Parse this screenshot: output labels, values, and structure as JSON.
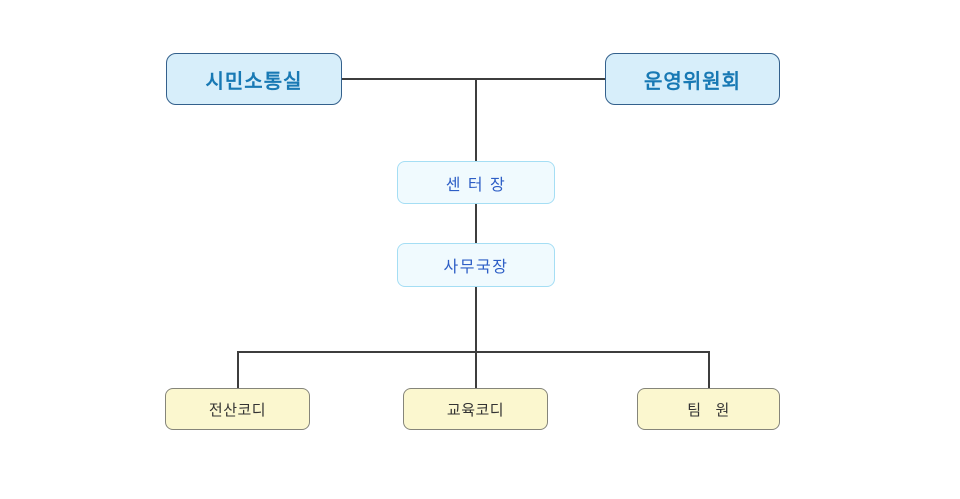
{
  "diagram": {
    "type": "org-chart",
    "nodes": {
      "citizen_comm_office": {
        "label": "시민소통실",
        "level": "top"
      },
      "steering_committee": {
        "label": "운영위원회",
        "level": "top"
      },
      "center_director": {
        "label": "센 터 장",
        "level": "middle"
      },
      "secretary_general": {
        "label": "사무국장",
        "level": "middle"
      },
      "it_coordinator": {
        "label": "전산코디",
        "level": "bottom"
      },
      "edu_coordinator": {
        "label": "교육코디",
        "level": "bottom"
      },
      "team_member": {
        "label": "팀   원",
        "level": "bottom"
      }
    },
    "edges": [
      {
        "from": "citizen_comm_office",
        "to": "steering_committee"
      },
      {
        "from": "citizen_comm_office-steering_committee",
        "to": "center_director"
      },
      {
        "from": "center_director",
        "to": "secretary_general"
      },
      {
        "from": "secretary_general",
        "to": "it_coordinator"
      },
      {
        "from": "secretary_general",
        "to": "edu_coordinator"
      },
      {
        "from": "secretary_general",
        "to": "team_member"
      }
    ],
    "colors": {
      "background": "#ffffff",
      "top_box_fill": "#d7eefa",
      "top_box_border": "#33608c",
      "top_box_text": "#1879b4",
      "mid_box_fill": "#f0fafe",
      "mid_box_border": "#a5def4",
      "mid_box_text": "#2d5ec6",
      "bottom_box_fill": "#fbf7cf",
      "bottom_box_border": "#85857a",
      "bottom_box_text": "#333333",
      "connector_line": "#3d3d3d"
    }
  }
}
